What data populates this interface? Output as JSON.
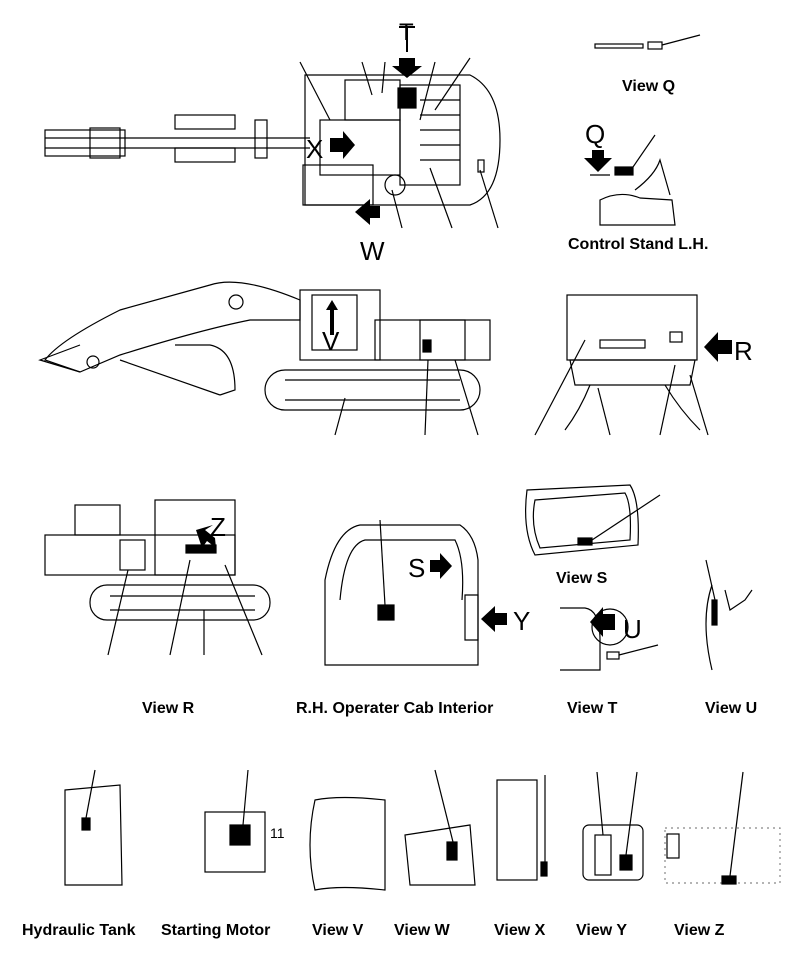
{
  "captions": {
    "view_q": "View Q",
    "control_stand": "Control Stand L.H.",
    "view_s": "View S",
    "view_r": "View R",
    "cab_interior": "R.H. Operater Cab Interior",
    "view_t": "View T",
    "view_u": "View U",
    "hydraulic_tank": "Hydraulic Tank",
    "starting_motor": "Starting Motor",
    "view_v": "View V",
    "view_w": "View W",
    "view_x": "View X",
    "view_y": "View Y",
    "view_z": "View Z"
  },
  "markers": {
    "t": "T",
    "x": "X",
    "w": "W",
    "q": "Q",
    "v": "V",
    "r": "R",
    "z": "Z",
    "s": "S",
    "y": "Y",
    "u": "U",
    "num_11": "11"
  },
  "colors": {
    "ink": "#000000",
    "paper": "#ffffff",
    "light": "#888888"
  }
}
